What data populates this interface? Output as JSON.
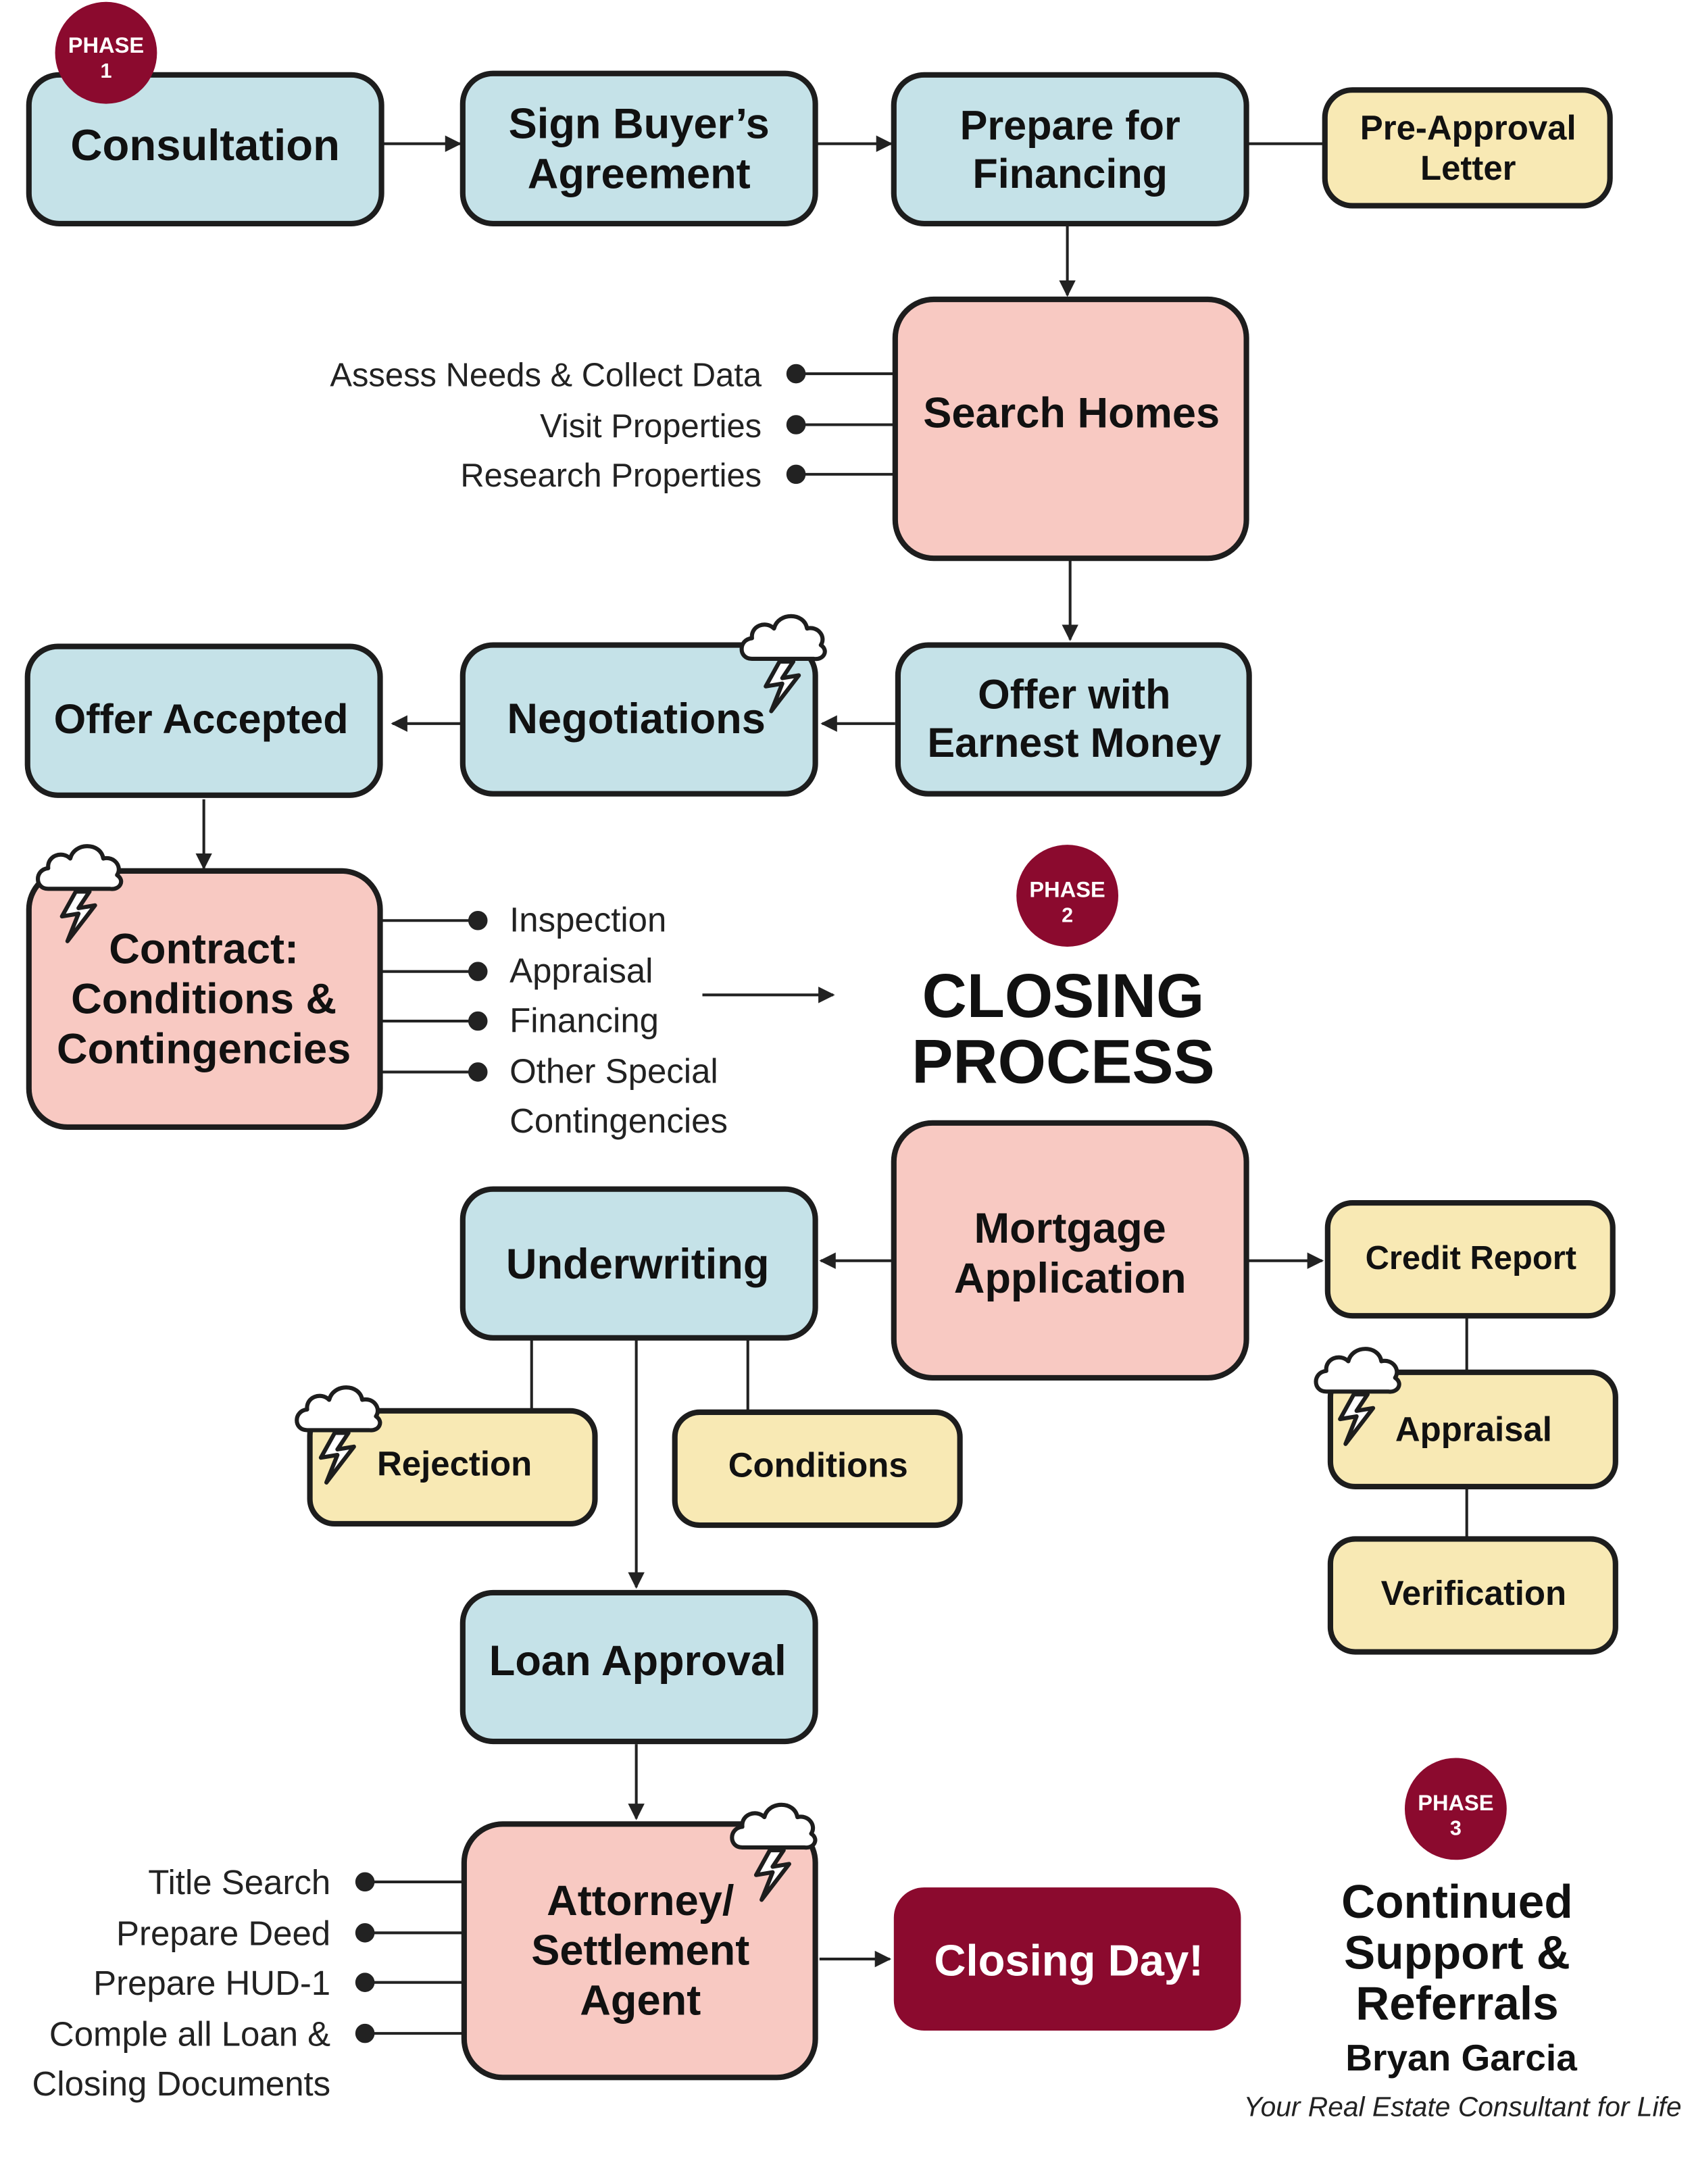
{
  "colors": {
    "blue": "#c5e2e8",
    "pink": "#f8c9c2",
    "yellow": "#f8e9b4",
    "maroon": "#8b0a2e",
    "stroke": "#1d1d1d"
  },
  "phases": {
    "p1": {
      "word": "PHASE",
      "num": "1"
    },
    "p2": {
      "word": "PHASE",
      "num": "2"
    },
    "p3": {
      "word": "PHASE",
      "num": "3"
    }
  },
  "nodes": {
    "consultation": [
      "Consultation"
    ],
    "sign_agreement": [
      "Sign Buyer’s",
      "Agreement"
    ],
    "prepare_financing": [
      "Prepare for",
      "Financing"
    ],
    "pre_approval": [
      "Pre-Approval",
      "Letter"
    ],
    "search_homes": [
      "Search Homes"
    ],
    "offer_earnest": [
      "Offer with",
      "Earnest Money"
    ],
    "negotiations": [
      "Negotiations"
    ],
    "offer_accepted": [
      "Offer Accepted"
    ],
    "contract": [
      "Contract:",
      "Conditions &",
      "Contingencies"
    ],
    "mortgage_app": [
      "Mortgage",
      "Application"
    ],
    "underwriting": [
      "Underwriting"
    ],
    "credit_report": [
      "Credit Report"
    ],
    "appraisal_box": [
      "Appraisal"
    ],
    "verification": [
      "Verification"
    ],
    "rejection": [
      "Rejection"
    ],
    "conditions": [
      "Conditions"
    ],
    "loan_approval": [
      "Loan Approval"
    ],
    "attorney": [
      "Attorney/",
      "Settlement",
      "Agent"
    ],
    "closing_day": [
      "Closing Day!"
    ]
  },
  "search_items": [
    "Assess Needs & Collect Data",
    "Visit Properties",
    "Research Properties"
  ],
  "contract_items": [
    "Inspection",
    "Appraisal",
    "Financing",
    "Other Special",
    "Contingencies"
  ],
  "attorney_items": [
    "Title Search",
    "Prepare Deed",
    "Prepare HUD-1",
    "Comple all Loan &",
    "Closing Documents"
  ],
  "closing_process": [
    "CLOSING",
    "PROCESS"
  ],
  "phase3_title": [
    "Continued",
    "Support &",
    "Referrals"
  ],
  "agent_name": "Bryan Garcia",
  "agent_tagline": "Your Real Estate Consultant for Life",
  "icons": {
    "storm": "storm-cloud-icon"
  }
}
